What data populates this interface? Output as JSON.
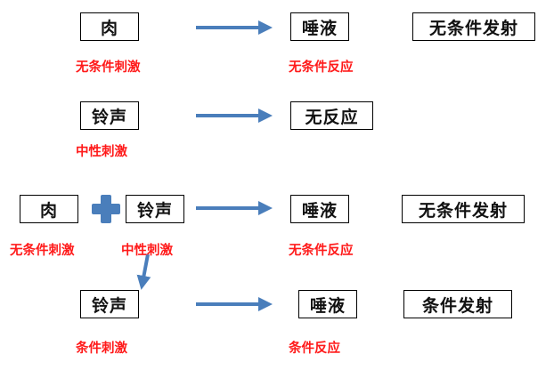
{
  "row1": {
    "stimulus": "肉",
    "stimulus_label": "无条件刺激",
    "response": "唾液",
    "response_label": "无条件反应",
    "reflex": "无条件发射"
  },
  "row2": {
    "stimulus": "铃声",
    "stimulus_label": "中性刺激",
    "response": "无反应"
  },
  "row3": {
    "stimulus_a": "肉",
    "stimulus_a_label": "无条件刺激",
    "stimulus_b": "铃声",
    "stimulus_b_label": "中性刺激",
    "response": "唾液",
    "response_label": "无条件反应",
    "reflex": "无条件发射"
  },
  "row4": {
    "stimulus": "铃声",
    "stimulus_label": "条件刺激",
    "response": "唾液",
    "response_label": "条件反应",
    "reflex": "条件发射"
  },
  "colors": {
    "arrow": "#4a7ebb",
    "label": "#ff1a1a",
    "border": "#000000"
  }
}
